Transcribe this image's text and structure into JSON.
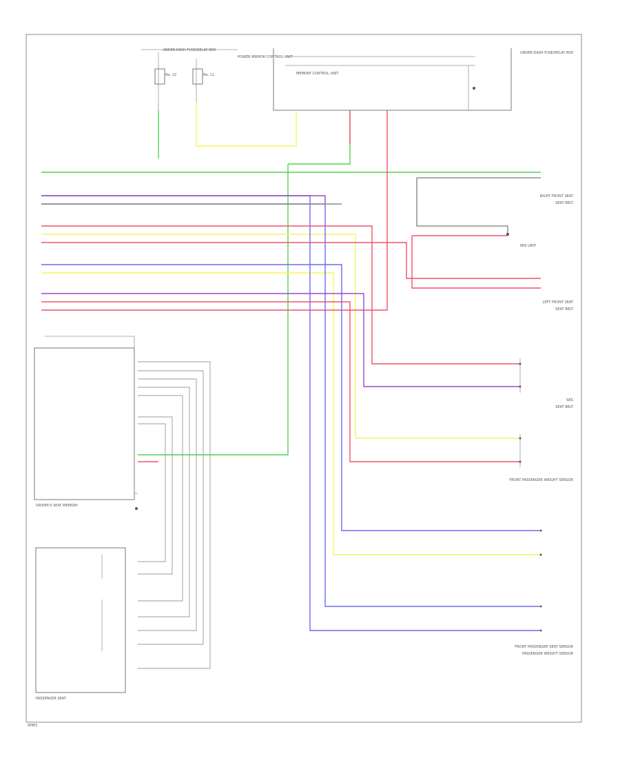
{
  "colors": {
    "green": "#4fd34f",
    "yellow": "#f4f45a",
    "red": "#f2506a",
    "blue": "#6a6af2",
    "purple": "#9a4ac8",
    "gray": "#8a8a8a",
    "darkgray": "#555555"
  },
  "labels": {
    "frame_id": "W9E5",
    "under_dash_box": "UNDER-DASH FUSE/RELAY BOX",
    "power_mirror_ctrl": "POWER MIRROR CONTROL UNIT",
    "fuse_22": "No. 22",
    "fuse_11": "No. 11",
    "memory_ctrl": "MEMORY CONTROL UNIT",
    "srs": "SRS",
    "seat_belt": "SEAT BELT",
    "driver_mem": "DRIVER'S SEAT MEMORY",
    "left_front_seat": "LEFT FRONT SEAT",
    "right_front_seat": "RIGHT FRONT SEAT",
    "srs_unit": "SRS UNIT",
    "pass_seat": "PASSENGER SEAT",
    "pass_weight": "PASSENGER WEIGHT SENSOR",
    "front_pass_sensor": "FRONT PASSENGER SEAT SENSOR",
    "front_pass_weight": "FRONT PASSENGER WEIGHT SENSOR"
  }
}
